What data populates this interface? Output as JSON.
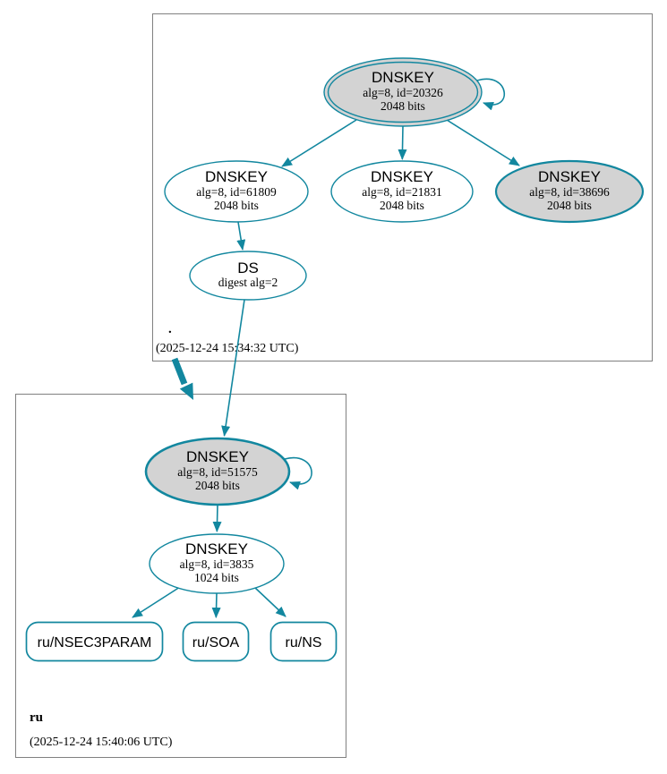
{
  "colors": {
    "edge_teal": "#12879f",
    "node_fill_gray": "#d3d3d3",
    "node_fill_white": "#ffffff",
    "zone_border_gray": "#808080",
    "text": "#000000"
  },
  "zones": {
    "root": {
      "label": ".",
      "timestamp": "(2025-12-24 15:34:32 UTC)"
    },
    "ru": {
      "label": "ru",
      "timestamp": "(2025-12-24 15:40:06 UTC)"
    }
  },
  "nodes": {
    "dnskey_20326": {
      "title": "DNSKEY",
      "detail": "alg=8, id=20326",
      "size": "2048 bits"
    },
    "dnskey_61809": {
      "title": "DNSKEY",
      "detail": "alg=8, id=61809",
      "size": "2048 bits"
    },
    "dnskey_21831": {
      "title": "DNSKEY",
      "detail": "alg=8, id=21831",
      "size": "2048 bits"
    },
    "dnskey_38696": {
      "title": "DNSKEY",
      "detail": "alg=8, id=38696",
      "size": "2048 bits"
    },
    "ds_root": {
      "title": "DS",
      "detail": "digest alg=2"
    },
    "dnskey_51575": {
      "title": "DNSKEY",
      "detail": "alg=8, id=51575",
      "size": "2048 bits"
    },
    "dnskey_3835": {
      "title": "DNSKEY",
      "detail": "alg=8, id=3835",
      "size": "1024 bits"
    },
    "rrset_nsec3param": {
      "label": "ru/NSEC3PARAM"
    },
    "rrset_soa": {
      "label": "ru/SOA"
    },
    "rrset_ns": {
      "label": "ru/NS"
    }
  }
}
